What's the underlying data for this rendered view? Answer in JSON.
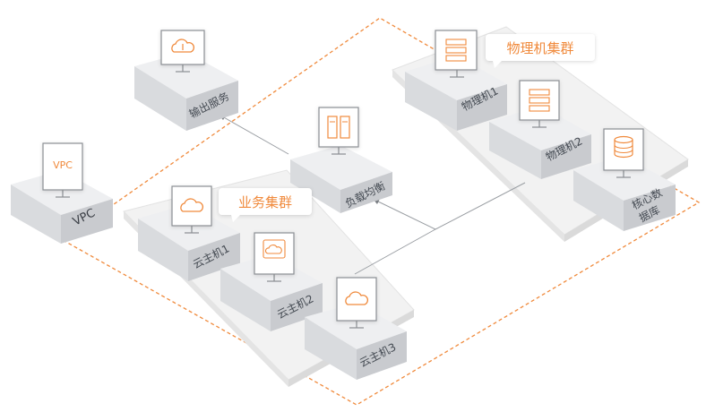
{
  "diagram": {
    "nodes": {
      "output_service": {
        "label": "输出服务"
      },
      "load_balancer": {
        "label": "负载均衡"
      },
      "vpc": {
        "label": "VPC",
        "monitor_text": "VPC"
      },
      "cloud_host_1": {
        "label": "云主机1"
      },
      "cloud_host_2": {
        "label": "云主机2"
      },
      "cloud_host_3": {
        "label": "云主机3"
      },
      "physical_1": {
        "label": "物理机1"
      },
      "physical_2": {
        "label": "物理机2"
      },
      "core_db": {
        "label_line1": "核心数",
        "label_line2": "据库"
      }
    },
    "callouts": {
      "business_cluster": "业务集群",
      "physical_cluster": "物理机集群"
    },
    "colors": {
      "accent": "#f08a3c",
      "box_top": "#eeeff1",
      "box_left": "#d9dbde",
      "box_right": "#c9cbcf",
      "platform": "#eeeeee",
      "line": "#9a9ea3"
    }
  }
}
